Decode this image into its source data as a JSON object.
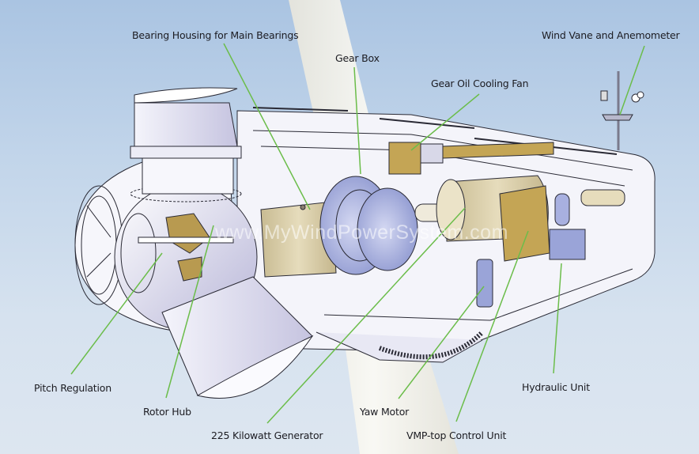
{
  "diagram": {
    "subject": "Wind turbine nacelle cutaway",
    "watermark": "www.MyWindPowerSystem.com",
    "leader_color": "#6bbd4a",
    "colors": {
      "sky_top": "#aac4e2",
      "sky_bottom": "#dde6f0",
      "housing": "#f4f4fa",
      "gear_blue": "#9aa4d8",
      "generator_tan": "#d9cba4",
      "control_gold": "#c4a555",
      "outline": "#2a2a35"
    },
    "labels": [
      {
        "id": "bearing-housing",
        "text": "Bearing Housing for Main Bearings"
      },
      {
        "id": "gear-box",
        "text": "Gear Box"
      },
      {
        "id": "gear-oil-cooling-fan",
        "text": "Gear Oil Cooling Fan"
      },
      {
        "id": "wind-vane-anemometer",
        "text": "Wind Vane and Anemometer"
      },
      {
        "id": "pitch-regulation",
        "text": "Pitch Regulation"
      },
      {
        "id": "rotor-hub",
        "text": "Rotor Hub"
      },
      {
        "id": "generator",
        "text": "225 Kilowatt Generator"
      },
      {
        "id": "yaw-motor",
        "text": "Yaw Motor"
      },
      {
        "id": "control-unit",
        "text": "VMP-top Control Unit"
      },
      {
        "id": "hydraulic-unit",
        "text": "Hydraulic Unit"
      }
    ]
  }
}
